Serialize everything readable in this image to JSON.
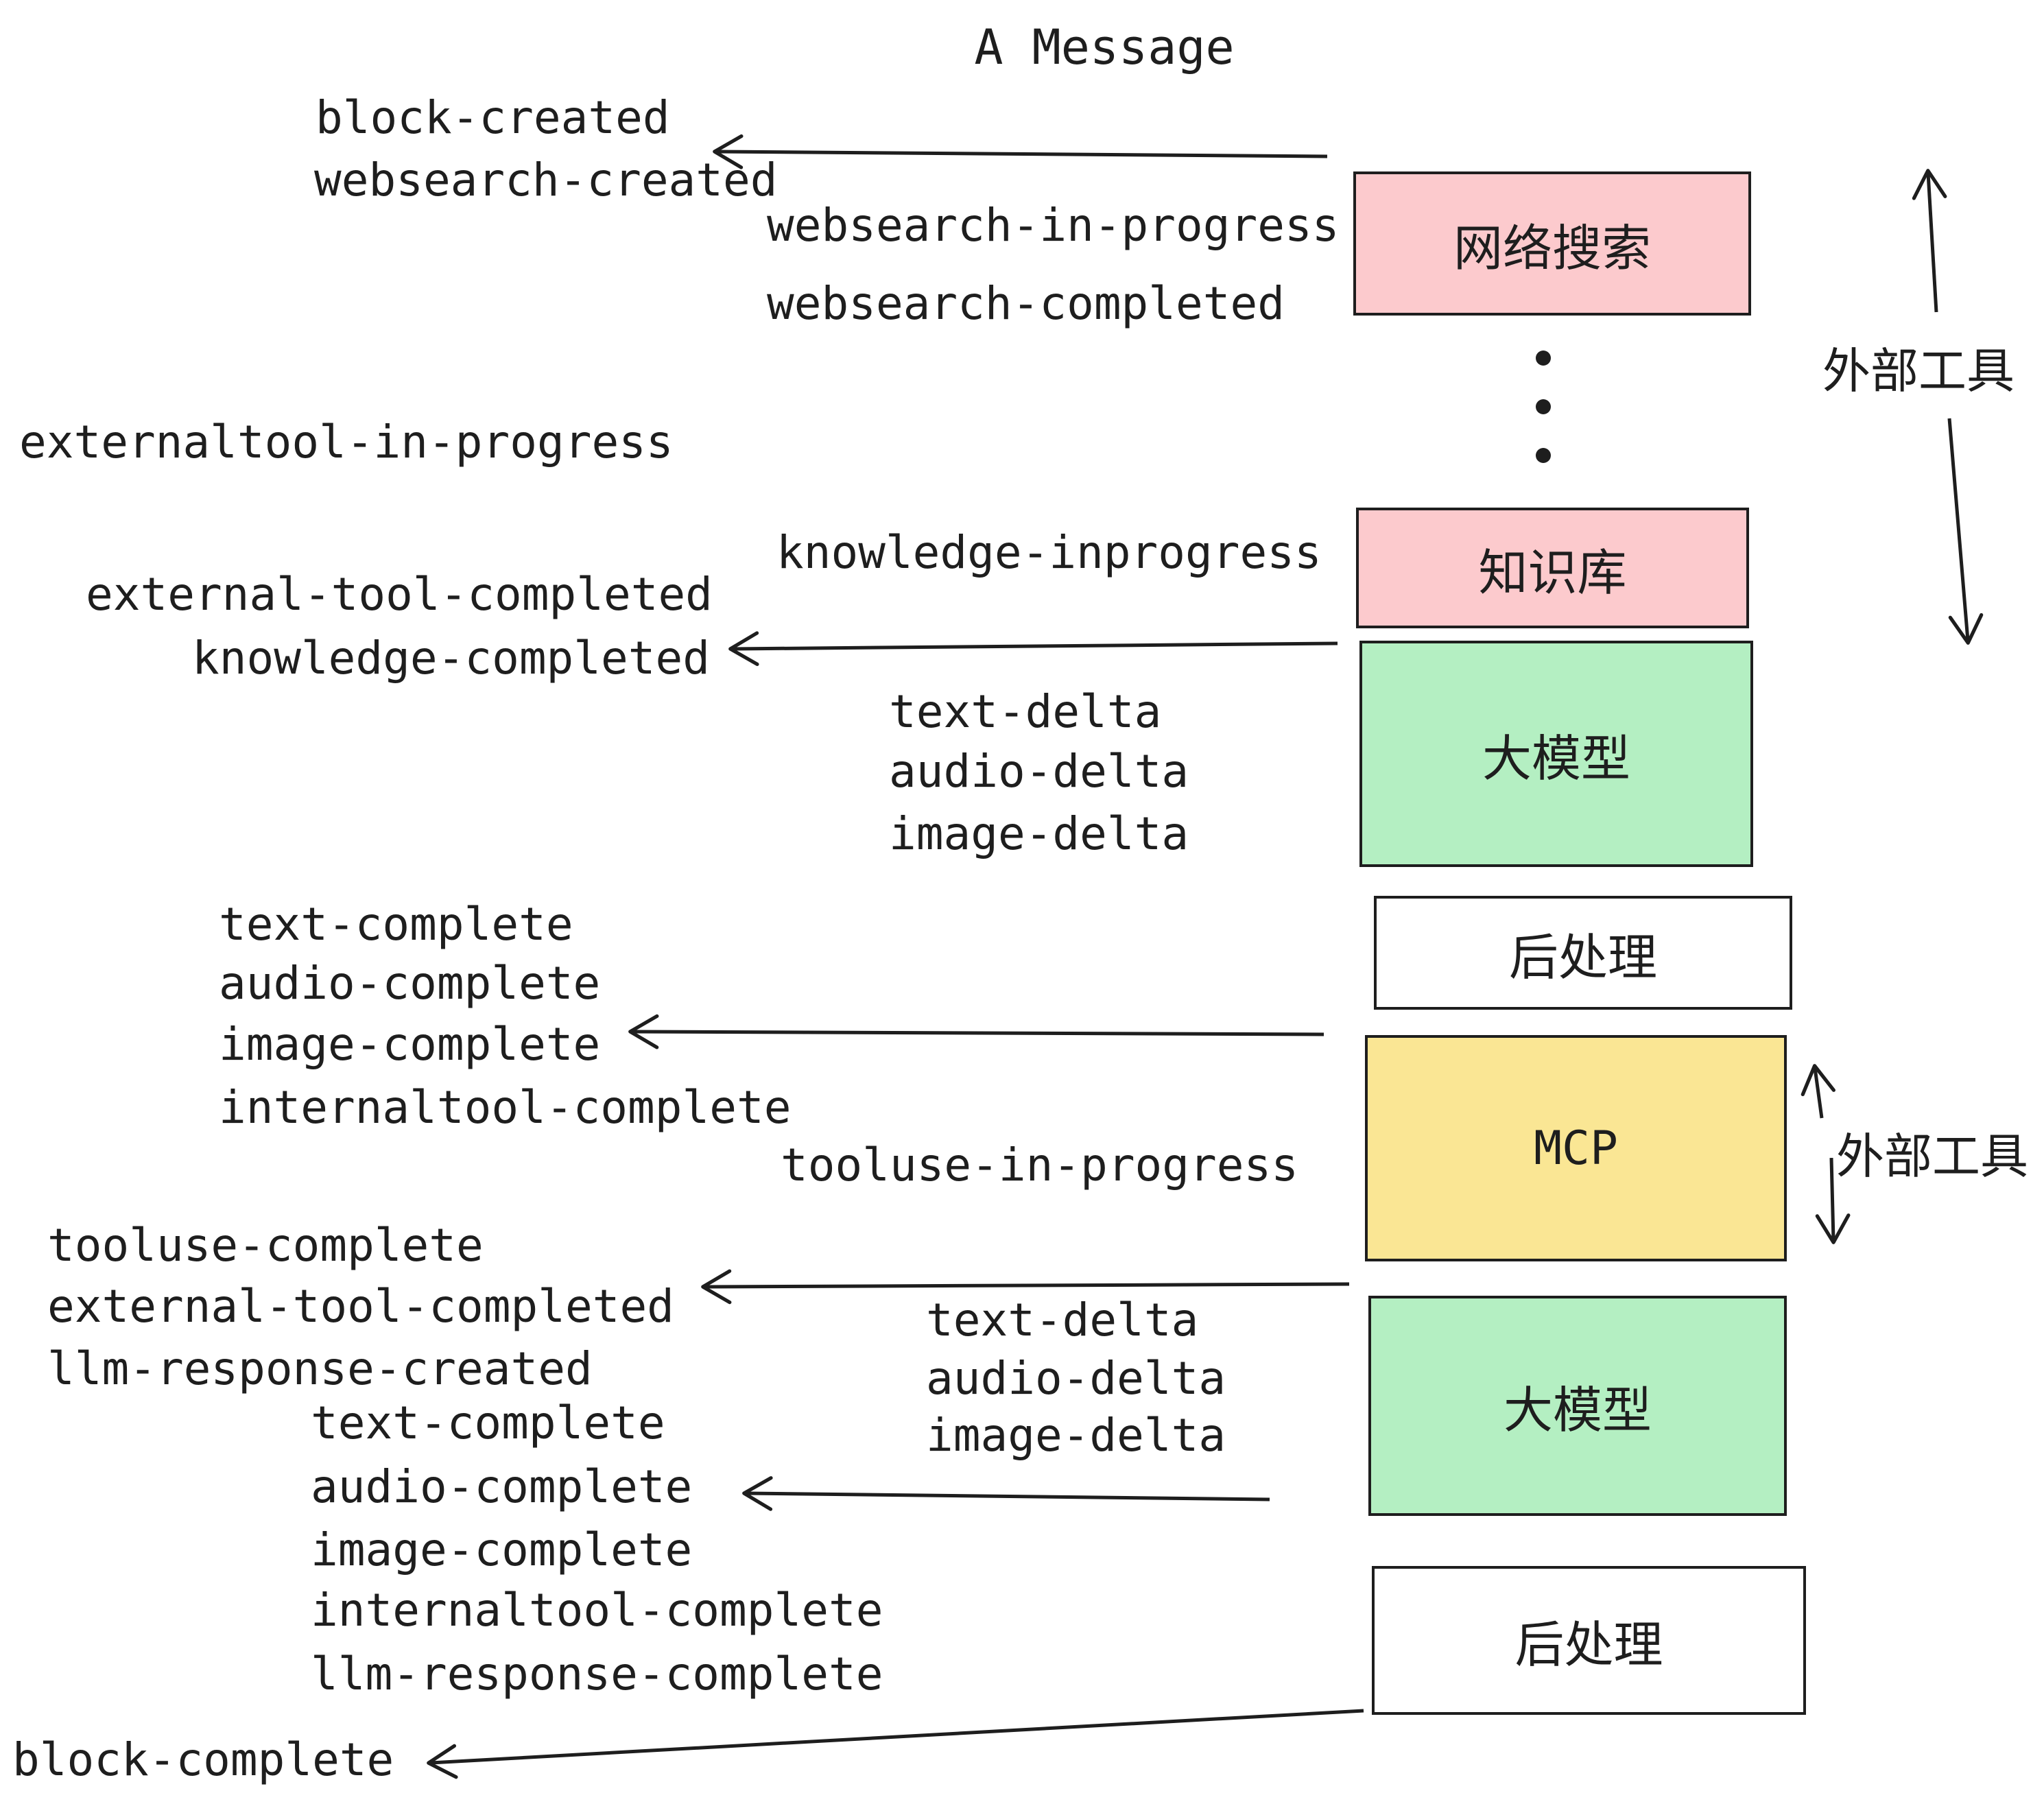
{
  "title": "A Message",
  "colors": {
    "pink": "#FCCACD",
    "green": "#B4EFC2",
    "yellow": "#FAE694",
    "white": "#FFFFFF",
    "ink": "#1E1E1E"
  },
  "pipeline_boxes": [
    {
      "id": "websearch",
      "label": "网络搜索",
      "color": "#FCCACD"
    },
    {
      "id": "knowledge",
      "label": "知识库",
      "color": "#FCCACD"
    },
    {
      "id": "llm-1",
      "label": "大模型",
      "color": "#B4EFC2"
    },
    {
      "id": "postprocess-1",
      "label": "后处理",
      "color": "#FFFFFF"
    },
    {
      "id": "mcp",
      "label": "MCP",
      "color": "#FAE694"
    },
    {
      "id": "llm-2",
      "label": "大模型",
      "color": "#B4EFC2"
    },
    {
      "id": "postprocess-2",
      "label": "后处理",
      "color": "#FFFFFF"
    }
  ],
  "side_labels": [
    {
      "id": "external-tools-top",
      "text": "外部工具"
    },
    {
      "id": "external-tools-mcp",
      "text": "外部工具"
    }
  ],
  "events": [
    {
      "text": "block-created"
    },
    {
      "text": "websearch-created"
    },
    {
      "text": "websearch-in-progress"
    },
    {
      "text": "websearch-completed"
    },
    {
      "text": "externaltool-in-progress"
    },
    {
      "text": "knowledge-inprogress"
    },
    {
      "text": "external-tool-completed"
    },
    {
      "text": "knowledge-completed"
    },
    {
      "text": "text-delta"
    },
    {
      "text": "audio-delta"
    },
    {
      "text": "image-delta"
    },
    {
      "text": "text-complete"
    },
    {
      "text": "audio-complete"
    },
    {
      "text": "image-complete"
    },
    {
      "text": "internaltool-complete"
    },
    {
      "text": "tooluse-in-progress"
    },
    {
      "text": "tooluse-complete"
    },
    {
      "text": "external-tool-completed"
    },
    {
      "text": "llm-response-created"
    },
    {
      "text": "text-delta"
    },
    {
      "text": "audio-delta"
    },
    {
      "text": "image-delta"
    },
    {
      "text": "text-complete"
    },
    {
      "text": "audio-complete"
    },
    {
      "text": "image-complete"
    },
    {
      "text": "internaltool-complete"
    },
    {
      "text": "llm-response-complete"
    },
    {
      "text": "block-complete"
    }
  ]
}
